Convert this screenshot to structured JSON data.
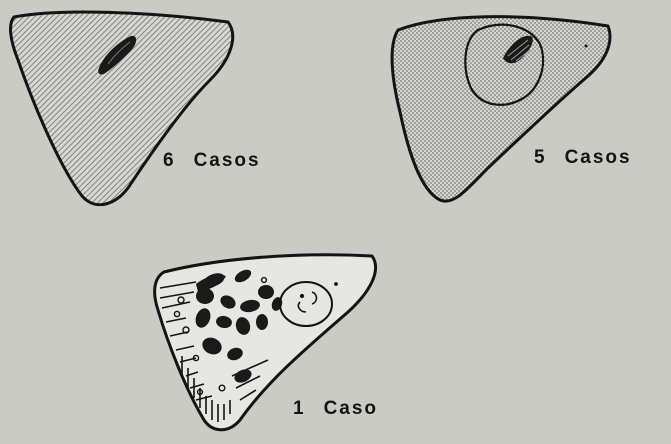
{
  "figures": [
    {
      "count": "6",
      "label": "Casos"
    },
    {
      "count": "5",
      "label": "Casos"
    },
    {
      "count": "1",
      "label": "Caso"
    }
  ],
  "colors": {
    "background": "#cbcbc6",
    "ink": "#141414",
    "shade_hatch": "#777777",
    "shade_dots": "#858585"
  }
}
